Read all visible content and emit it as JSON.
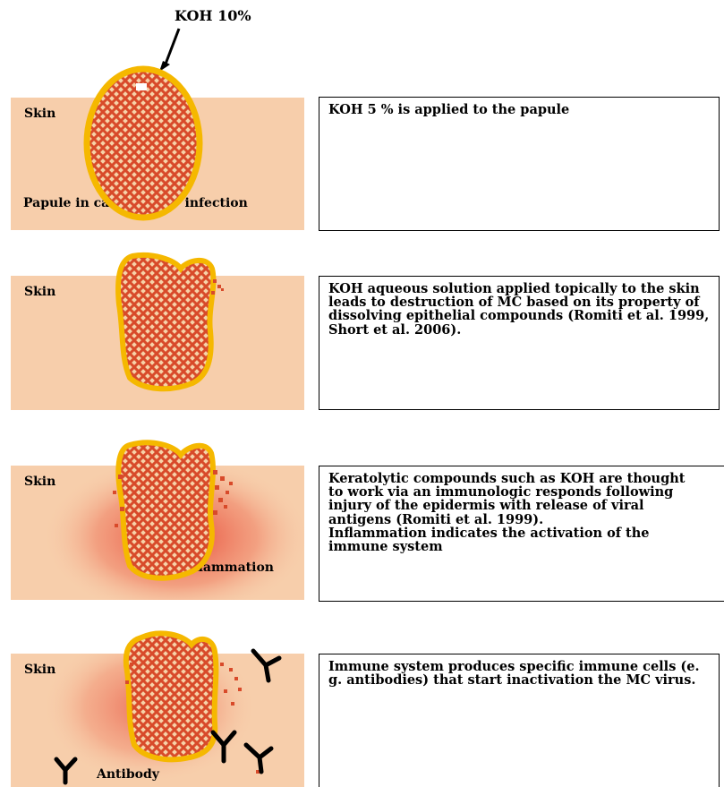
{
  "top_label": "KOH 10%",
  "panels": [
    {
      "skin_label": "Skin",
      "under_label": "Papule in case of MCV infection",
      "text": "KOH 5 % is applied to the papule"
    },
    {
      "skin_label": "Skin",
      "under_label": "",
      "text": "KOH aqueous solution applied topically to the skin leads to destruction of MC based on its property of dissolving epithelial compounds (Romiti et al. 1999, Short et al. 2006)."
    },
    {
      "skin_label": "Skin",
      "under_label": "Inflammation",
      "text_lines": [
        "Keratolytic compounds such as KOH are thought",
        "to work via an immunologic responds following",
        "injury of the epidermis with release of viral",
        "antigens (Romiti et al. 1999).",
        "Inflammation indicates the activation of the",
        "immune system"
      ]
    },
    {
      "skin_label": "Skin",
      "under_label": "Antibody",
      "text": "Immune system produces specific immune cells (e. g. antibodies) that start inactivation the MC virus."
    }
  ],
  "colors": {
    "skin": "#f7ceab",
    "papule_outline": "#f5b800",
    "papule_fill": "#d84a2a",
    "inflammation": "#e63c2c"
  }
}
